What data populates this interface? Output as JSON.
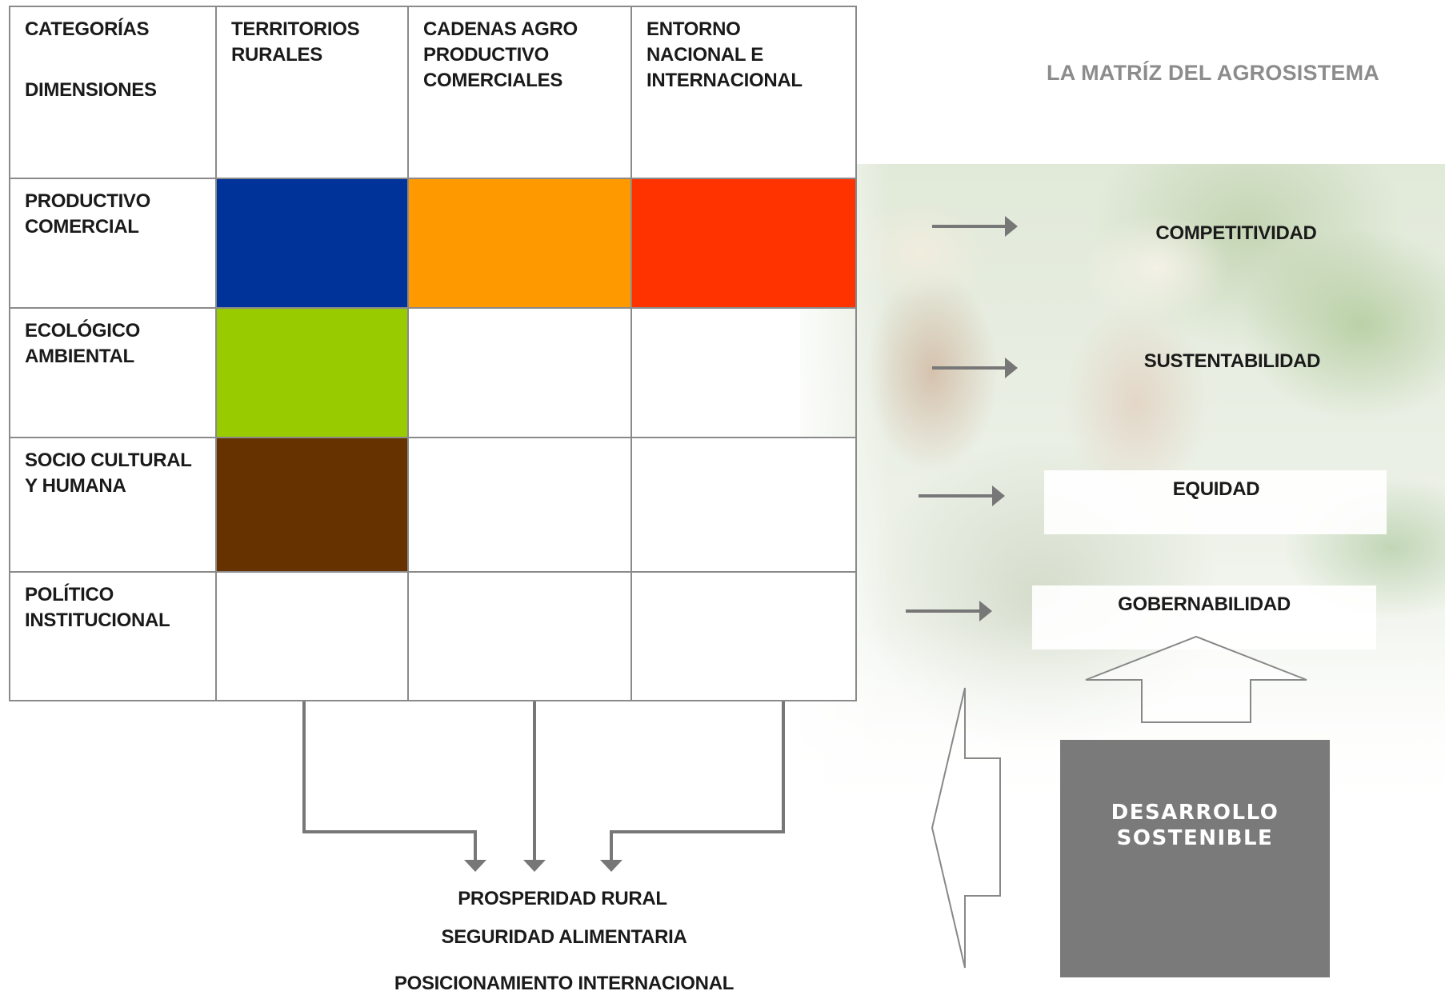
{
  "title": "LA MATRÍZ DEL AGROSISTEMA",
  "matrix": {
    "corner": {
      "top": "CATEGORÍAS",
      "bottom": "DIMENSIONES"
    },
    "columns": [
      "TERRITORIOS RURALES",
      "CADENAS AGRO PRODUCTIVO COMERCIALES",
      "ENTORNO NACIONAL E INTERNACIONAL"
    ],
    "rows": [
      "PRODUCTIVO COMERCIAL",
      "ECOLÓGICO AMBIENTAL",
      "SOCIO CULTURAL Y HUMANA",
      "POLÍTICO INSTITUCIONAL"
    ],
    "cell_colors": [
      [
        "#003399",
        "#ff9900",
        "#ff3300"
      ],
      [
        "#99cc00",
        "",
        ""
      ],
      [
        "#663300",
        "",
        ""
      ],
      [
        "",
        "",
        ""
      ]
    ]
  },
  "outcomes": [
    "COMPETITIVIDAD",
    "SUSTENTABILIDAD",
    "EQUIDAD",
    "GOBERNABILIDAD"
  ],
  "desarrollo": {
    "line1": "DESARROLLO",
    "line2": "SOSTENIBLE"
  },
  "results": [
    "PROSPERIDAD RURAL",
    "SEGURIDAD  ALIMENTARIA",
    "POSICIONAMIENTO INTERNACIONAL"
  ],
  "colors": {
    "arrow": "#777777",
    "desarrollo_box": "#7a7a7a",
    "title": "#8c8c8c"
  }
}
